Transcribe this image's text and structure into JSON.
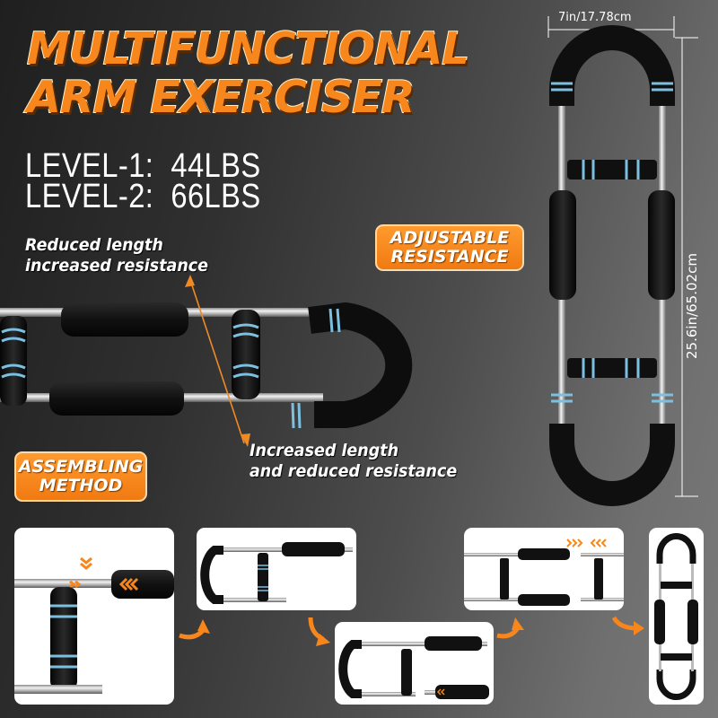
{
  "header": {
    "title_line1": "MULTIFUNCTIONAL",
    "title_line2": "ARM EXERCISER",
    "levels": [
      {
        "label": "LEVEL-1:",
        "value": "44LBS"
      },
      {
        "label": "LEVEL-2:",
        "value": "66LBS"
      }
    ]
  },
  "annotations": {
    "reduced": {
      "line1": "Reduced length",
      "line2": "increased resistance"
    },
    "increased": {
      "line1": "Increased length",
      "line2": "and reduced resistance"
    }
  },
  "badges": {
    "adjustable": {
      "line1": "ADJUSTABLE",
      "line2": "RESISTANCE"
    },
    "assembling": {
      "line1": "ASSEMBLING",
      "line2": "METHOD"
    }
  },
  "dimensions": {
    "width": "7in/17.78cm",
    "height": "25.6in/65.02cm"
  },
  "colors": {
    "accent_orange": "#f7861c",
    "foam_black": "#141414",
    "foam_stripe_blue": "#7cc0e0",
    "steel": "#c8c8c8",
    "panel_white": "#ffffff"
  },
  "assembly_steps": [
    {
      "step": 1,
      "name": "insert-handle-detail"
    },
    {
      "step": 2,
      "name": "attach-u-handle"
    },
    {
      "step": 3,
      "name": "insert-long-grip"
    },
    {
      "step": 4,
      "name": "join-halves"
    },
    {
      "step": 5,
      "name": "assembled-exerciser"
    }
  ]
}
